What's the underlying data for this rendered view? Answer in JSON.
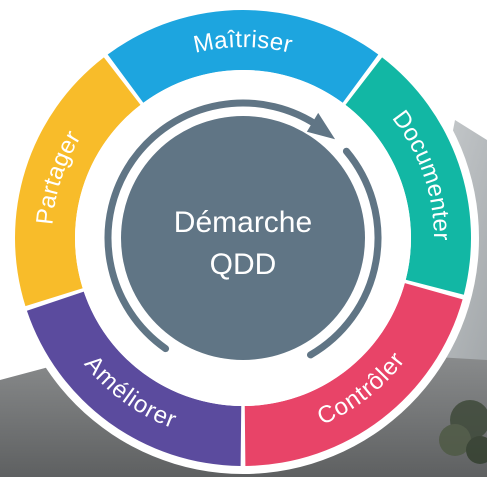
{
  "diagram": {
    "center": {
      "line1": "Démarche",
      "line2": "QDD",
      "color": "#607585"
    },
    "segments": [
      {
        "label": "Maîtriser",
        "color": "#1DA5DF"
      },
      {
        "label": "Documenter",
        "color": "#12B7A4"
      },
      {
        "label": "Contrôler",
        "color": "#E84468"
      },
      {
        "label": "Améliorer",
        "color": "#5B4B9E"
      },
      {
        "label": "Partager",
        "color": "#F8BC2A"
      }
    ],
    "ring_color": "#ffffff",
    "arrow_color": "#607585"
  }
}
